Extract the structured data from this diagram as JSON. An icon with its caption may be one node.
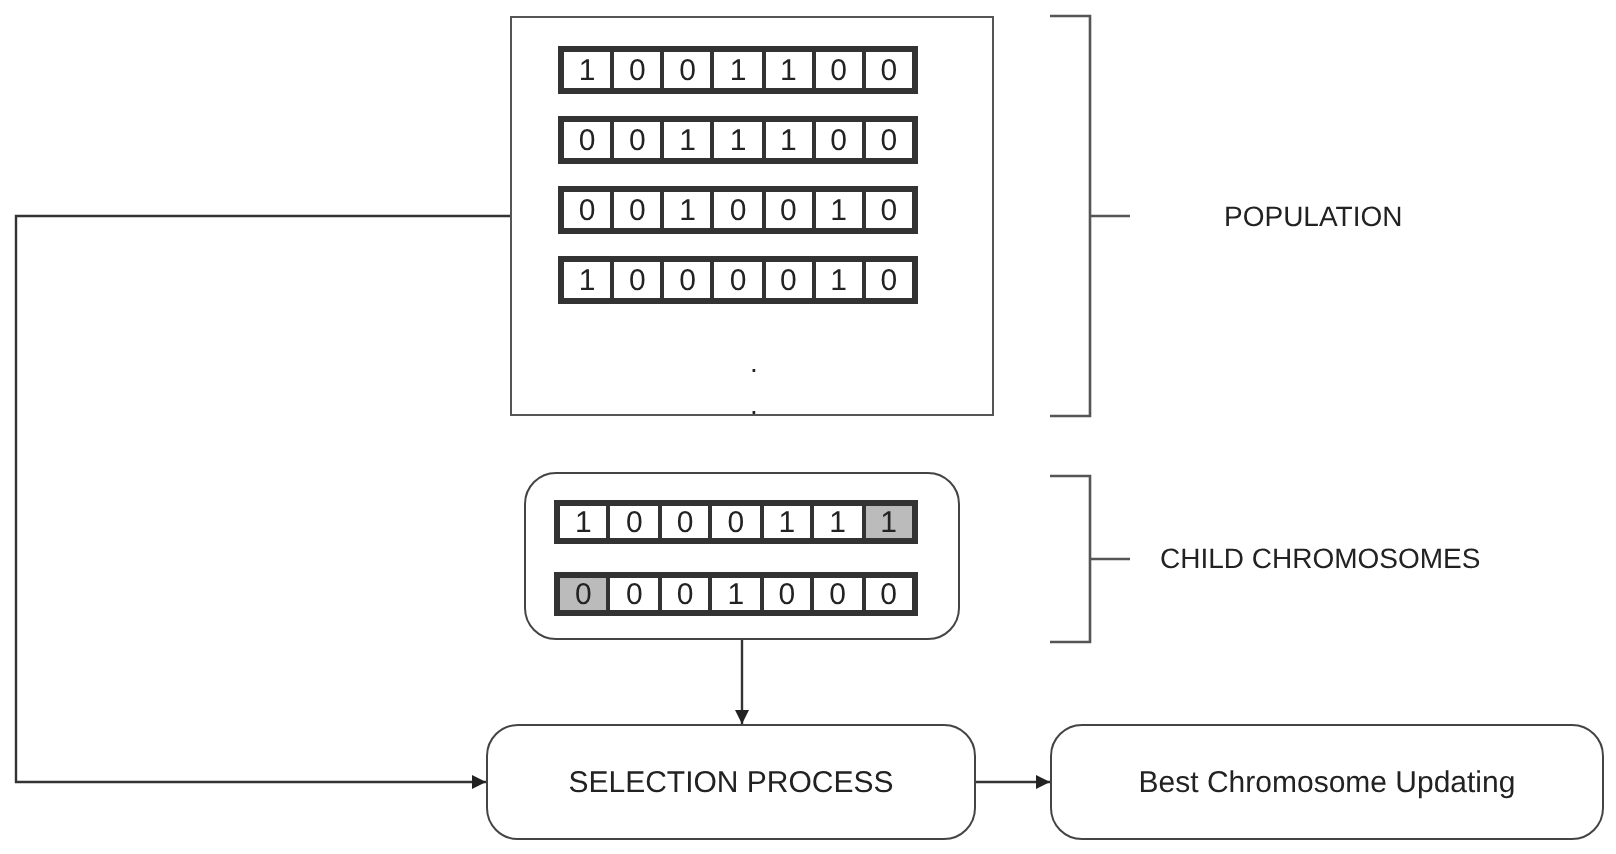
{
  "diagram": {
    "nodes": [
      {
        "text": [
          ".",
          "."
        ]
      },
      {
        "text": [
          "1",
          "0",
          "0",
          "1",
          "1",
          "0",
          "0"
        ],
        "in": 0
      },
      {
        "text": [
          "0",
          "0",
          "1",
          "1",
          "1",
          "0",
          "0"
        ],
        "in": 0
      },
      {
        "text": [
          "0",
          "0",
          "1",
          "0",
          "0",
          "1",
          "0"
        ],
        "in": 0
      },
      {
        "text": [
          "1",
          "0",
          "0",
          "0",
          "0",
          "1",
          "0"
        ],
        "in": 0
      },
      {
        "text": [],
        "shape": "box"
      },
      {
        "text": [
          "1",
          "0",
          "0",
          "0",
          "1",
          "1",
          "1"
        ],
        "in": 5
      },
      {
        "text": [
          "0",
          "0",
          "0",
          "1",
          "0",
          "0",
          "0"
        ],
        "in": 5
      },
      {
        "text": [
          "SELECTION PROCESS"
        ]
      },
      {
        "text": [
          "Best Chromosome Updating"
        ]
      }
    ],
    "edges": [
      {
        "from": 5,
        "to": 8,
        "arrow": "to"
      },
      {
        "from": 0,
        "to": 8,
        "arrow": "to"
      },
      {
        "from": 8,
        "to": 9,
        "arrow": "to"
      }
    ],
    "labels": [
      "POPULATION",
      "CHILD CHROMOSOMES"
    ]
  }
}
